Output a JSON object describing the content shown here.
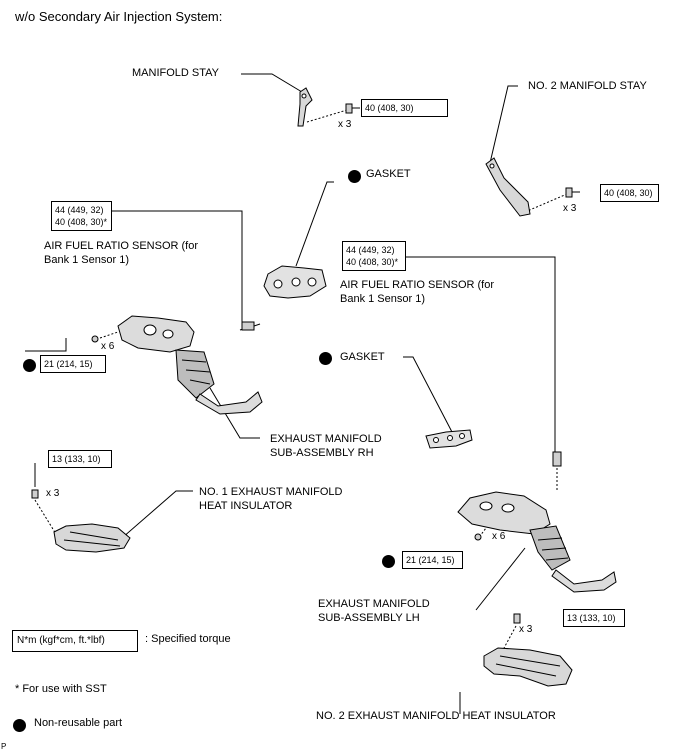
{
  "title": "w/o Secondary Air Injection System:",
  "labels": {
    "manifold_stay": "MANIFOLD STAY",
    "no2_manifold_stay": "NO. 2 MANIFOLD STAY",
    "gasket_top": "GASKET",
    "gasket_mid": "GASKET",
    "af_sensor_left_l1": "AIR FUEL RATIO SENSOR (for",
    "af_sensor_left_l2": "Bank 1 Sensor 1)",
    "af_sensor_right_l1": "AIR FUEL RATIO SENSOR (for",
    "af_sensor_right_l2": "Bank 1 Sensor 1)",
    "ex_manifold_rh_l1": "EXHAUST MANIFOLD",
    "ex_manifold_rh_l2": "SUB-ASSEMBLY RH",
    "ex_manifold_lh_l1": "EXHAUST MANIFOLD",
    "ex_manifold_lh_l2": "SUB-ASSEMBLY LH",
    "no1_heat_insulator_l1": "NO. 1 EXHAUST MANIFOLD",
    "no1_heat_insulator_l2": "HEAT INSULATOR",
    "no2_heat_insulator": "NO. 2 EXHAUST MANIFOLD HEAT INSULATOR"
  },
  "torques": {
    "manifold_stay": "40 (408, 30)",
    "no2_manifold_stay": "40 (408, 30)",
    "af_left_a": "44 (449, 32)",
    "af_left_b": "40 (408, 30)*",
    "af_right_a": "44 (449, 32)",
    "af_right_b": "40 (408, 30)*",
    "rh_nuts": "21 (214, 15)",
    "lh_nuts": "21 (214, 15)",
    "no1_insulator": "13 (133, 10)",
    "no2_insulator": "13 (133, 10)"
  },
  "counts": {
    "manifold_stay": "x 3",
    "no2_manifold_stay": "x 3",
    "rh_nuts": "x 6",
    "lh_nuts": "x 6",
    "no1_insulator": "x 3",
    "no2_insulator": "x 3"
  },
  "legend": {
    "unit": "N*m (kgf*cm, ft.*lbf)",
    "unit_desc": ": Specified torque",
    "sst_note": "* For use with SST",
    "non_reusable": "Non-reusable part"
  },
  "page_mark": "P"
}
